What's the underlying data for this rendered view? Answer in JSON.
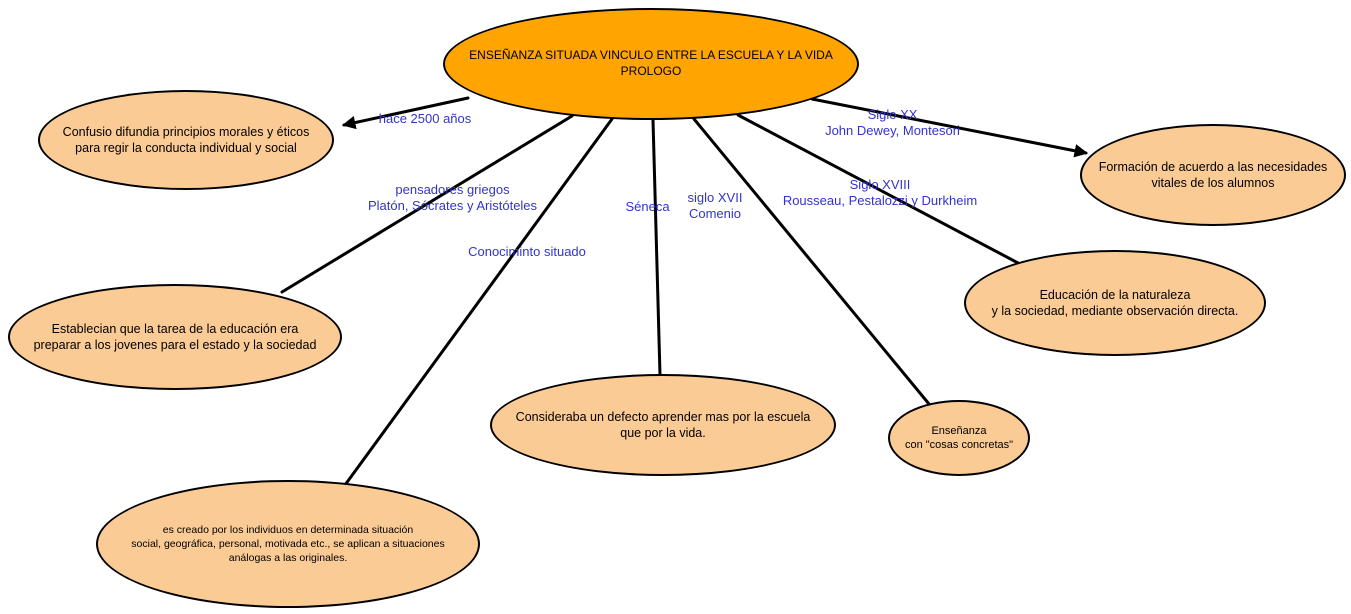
{
  "diagram_title": "ENSEÑANZA SITUADA VINCULO ENTRE LA ESCUELA Y LA VIDA PROLOGO",
  "colors": {
    "central_node_fill": "#FFA400",
    "peripheral_node_fill": "#FBCB96",
    "node_border": "#000000",
    "edge_label_text": "#3333CC",
    "connector_line": "#000000",
    "background": "#FFFFFF"
  },
  "central": {
    "text": "ENSEÑANZA SITUADA VINCULO ENTRE LA ESCUELA Y LA VIDA\nPROLOGO"
  },
  "nodes": {
    "confusio": {
      "text": "Confusio difundia principios morales y éticos\npara regir la conducta individual y social"
    },
    "establecian": {
      "text": "Establecian que la tarea de la educación era\npreparar a los jovenes para el estado y la sociedad"
    },
    "es_creado": {
      "text": "es creado por los individuos en determinada situación\nsocial, geográfica, personal, motivada etc., se aplican a situaciones\nanálogas a las originales."
    },
    "consideraba": {
      "text": "Consideraba un defecto aprender mas por la escuela\nque por la vida."
    },
    "cosas_concretas": {
      "text": "Enseñanza\ncon \"cosas concretas\""
    },
    "educacion_naturaleza": {
      "text": "Educación de la naturaleza\ny la sociedad, mediante observación directa."
    },
    "formacion": {
      "text": "Formación de acuerdo a las necesidades\nvitales de los alumnos"
    }
  },
  "edge_labels": {
    "hace_2500": "hace 2500 años",
    "pensadores_griegos": "pensadores griegos\nPlatón, Sócrates y Aristóteles",
    "conocimiento_situado": "Conociminto situado",
    "seneca": "Séneca",
    "siglo_xvii": "siglo XVII\nComenio",
    "siglo_xviii": "Siglo XVIII\nRousseau, Pestalozzi y Durkheim",
    "siglo_xx": "Siglo XX\nJohn Dewey, Montesori"
  }
}
